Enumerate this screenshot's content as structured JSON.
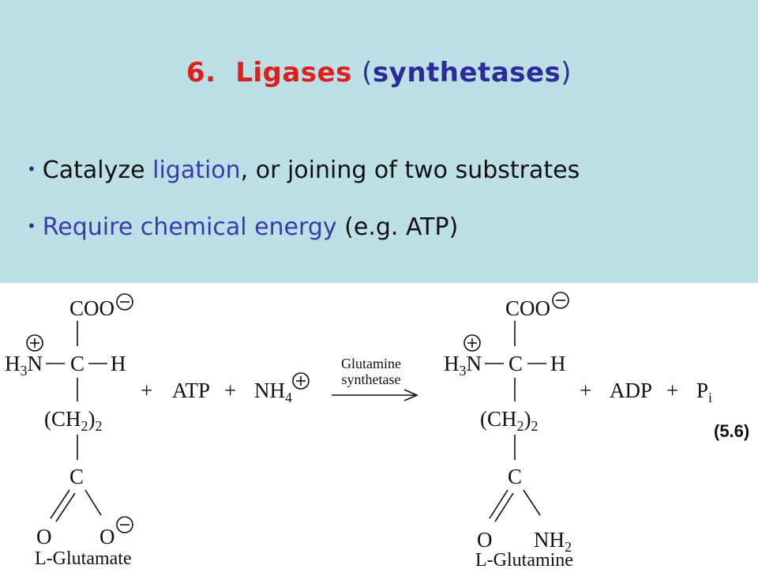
{
  "slide": {
    "title_number": "6.",
    "title_main": "Ligases",
    "title_open": "(",
    "title_alt": "synthetases",
    "title_close": ")"
  },
  "bullets": [
    {
      "pre": "Catalyze ",
      "hl": "ligation",
      "post": ", or joining of two substrates"
    },
    {
      "pre": "",
      "hl": "Require chemical energy",
      "post": " (e.g. ATP)"
    }
  ],
  "reaction": {
    "coo": "COO",
    "h3n_h": "H",
    "h3n_sub": "3",
    "h3n_n": "N",
    "c": "C",
    "h": "H",
    "ch2_open": "(CH",
    "ch2_sub": "2",
    "ch2_close": ")",
    "ch2_sub2": "2",
    "o": "O",
    "nh": "NH",
    "nh_sub": "2",
    "plus": "+",
    "atp": "ATP",
    "nh4": "NH",
    "nh4_sub": "4",
    "enzyme_line1": "Glutamine",
    "enzyme_line2": "synthetase",
    "adp": "ADP",
    "pi": "P",
    "pi_sub": "i",
    "substrate_name": "L-Glutamate",
    "product_name": "L-Glutamine",
    "equation_number": "(5.6)"
  }
}
